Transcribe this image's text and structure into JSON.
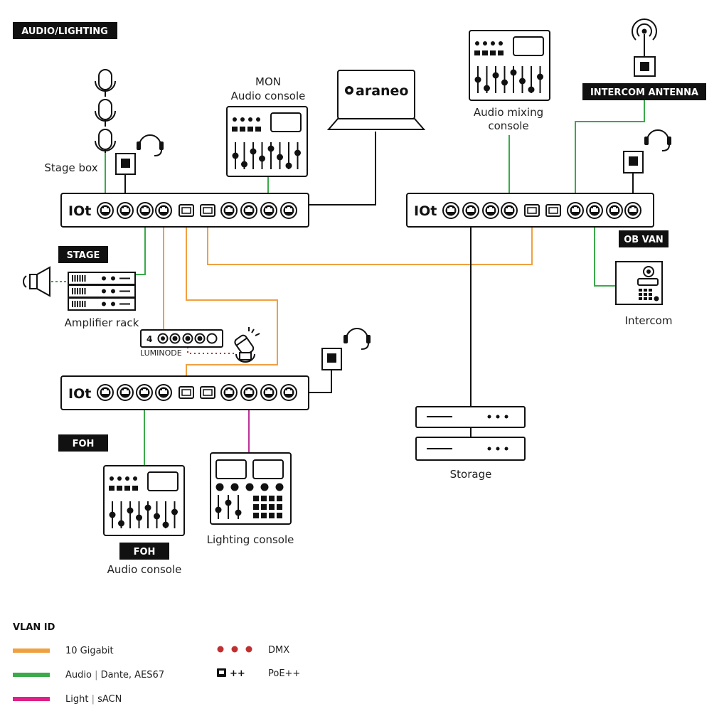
{
  "badges": {
    "audio_lighting": "AUDIO/LIGHTING",
    "stage": "STAGE",
    "foh_area": "FOH",
    "foh_console": "FOH",
    "intercom_antenna": "INTERCOM ANTENNA",
    "ob_van": "OB VAN"
  },
  "switches": {
    "top_left": "IOt",
    "top_right": "IOt",
    "bottom": "IOt"
  },
  "labels": {
    "stage_box": "Stage box",
    "mon_line1": "MON",
    "mon_line2": "Audio console",
    "laptop_brand": "araneo",
    "mixing_line1": "Audio mixing",
    "mixing_line2": "console",
    "amplifier_rack": "Amplifier rack",
    "luminode": "LUMINODE",
    "luminode_num": "4",
    "storage": "Storage",
    "intercom": "Intercom",
    "lighting_console": "Lighting console",
    "foh_audio_console": "Audio console"
  },
  "legend": {
    "title": "VLAN ID",
    "items": [
      {
        "label": "10 Gigabit",
        "sub": "",
        "color": "#f0a040"
      },
      {
        "label": "Audio",
        "sub": "Dante, AES67",
        "color": "#3aaa4a"
      },
      {
        "label": "Light",
        "sub": "sACN",
        "color": "#e0208a"
      }
    ],
    "dmx": {
      "label": "DMX",
      "color": "#c03030"
    },
    "poe": {
      "symbol": "++",
      "label": "PoE++"
    }
  },
  "colors": {
    "ten_gigabit": "#f0a040",
    "audio": "#3aaa4a",
    "light": "#c0309a",
    "dmx": "#c03030",
    "ink": "#111111"
  }
}
